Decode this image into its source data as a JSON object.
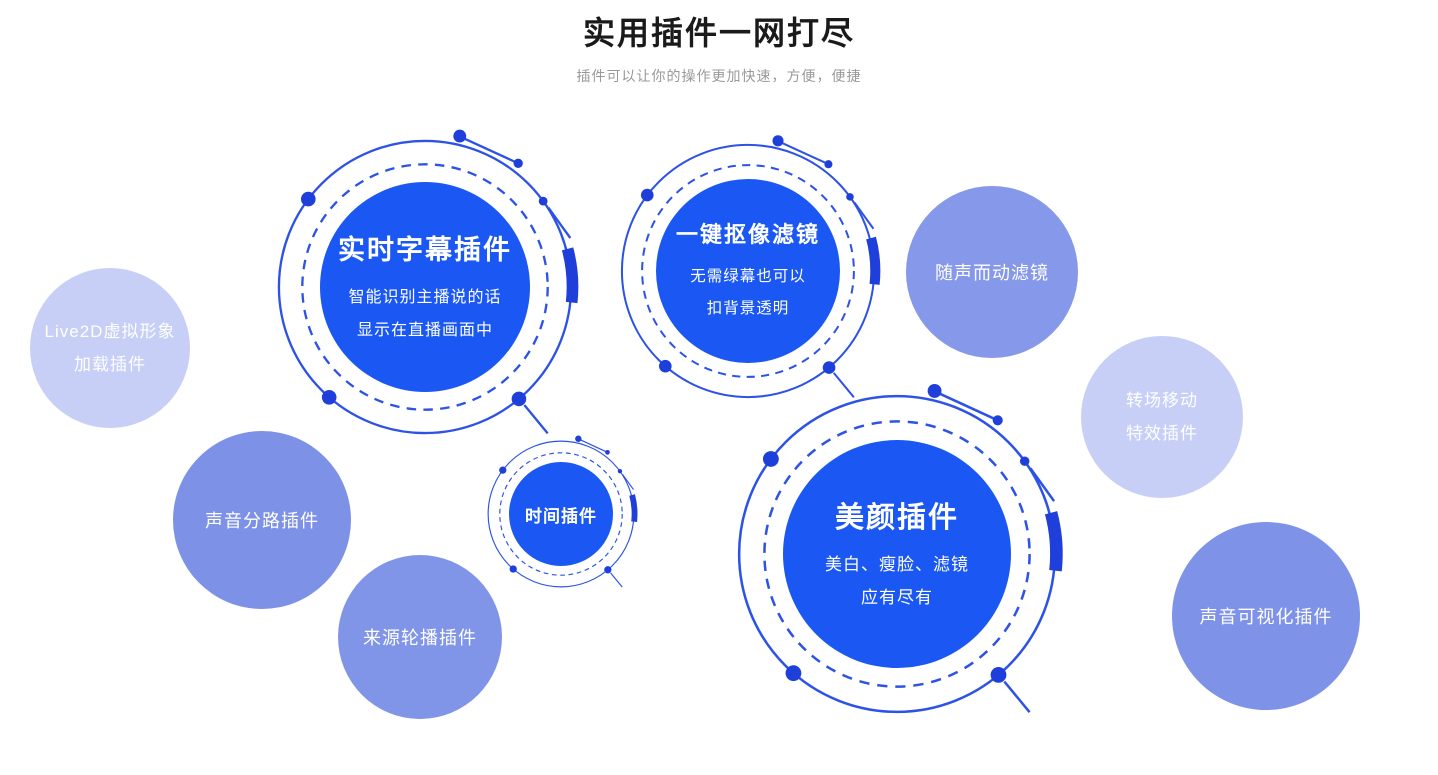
{
  "page": {
    "title": "实用插件一网打尽",
    "subtitle": "插件可以让你的操作更加快速，方便，便捷"
  },
  "colors": {
    "primary_blue": "#1b58f3",
    "deep_blue": "#1e3fd9",
    "ring_blue": "#2d53e6",
    "medium_bubble_blue": "#8295e8",
    "light_bubble_blue": "#c7cff7",
    "title_text": "#1a1a1a",
    "subtitle_text": "#999999",
    "circle_text": "#ffffff"
  },
  "plugins": {
    "realtime_subtitle": {
      "title": "实时字幕插件",
      "desc1": "智能识别主播说的话",
      "desc2": "显示在直播画面中"
    },
    "keying_filter": {
      "title": "一键抠像滤镜",
      "desc1": "无需绿幕也可以",
      "desc2": "扣背景透明"
    },
    "time": {
      "title": "时间插件"
    },
    "beauty": {
      "title": "美颜插件",
      "desc1": "美白、瘦脸、滤镜",
      "desc2": "应有尽有"
    },
    "live2d": {
      "line1": "Live2D虚拟形象",
      "line2": "加载插件"
    },
    "audio_split": {
      "title": "声音分路插件"
    },
    "source_carousel": {
      "title": "来源轮播插件"
    },
    "audio_reactive_filter": {
      "title": "随声而动滤镜"
    },
    "transition_effects": {
      "line1": "转场移动",
      "line2": "特效插件"
    },
    "audio_visualizer": {
      "title": "声音可视化插件"
    }
  }
}
